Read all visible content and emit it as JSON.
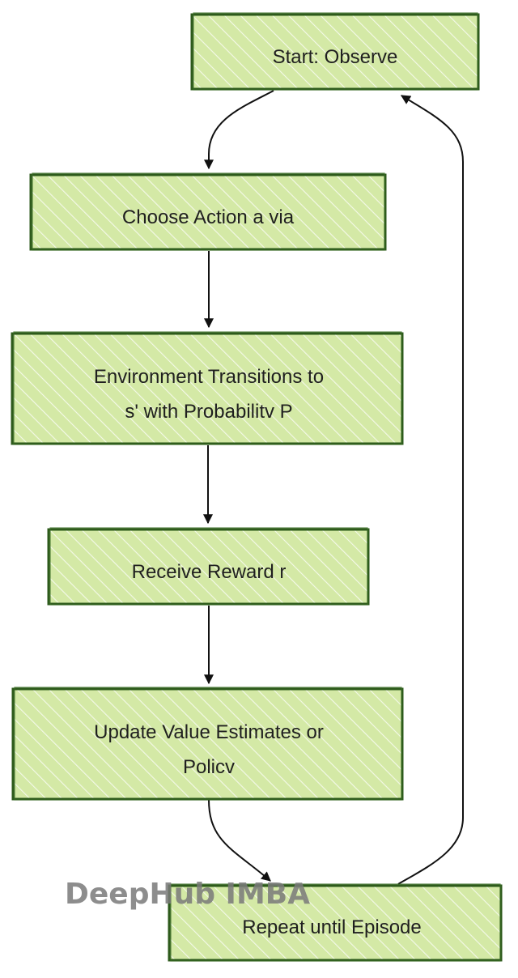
{
  "nodes": [
    {
      "id": "start",
      "lines": [
        "Start: Observe"
      ]
    },
    {
      "id": "choose",
      "lines": [
        "Choose Action a via"
      ]
    },
    {
      "id": "transition",
      "lines": [
        "Environment Transitions to",
        "s' with Probabilitv P"
      ]
    },
    {
      "id": "reward",
      "lines": [
        "Receive Reward r"
      ]
    },
    {
      "id": "update",
      "lines": [
        "Update Value Estimates or",
        "Policv"
      ]
    },
    {
      "id": "repeat",
      "lines": [
        "Repeat until Episode"
      ]
    }
  ],
  "edges": [
    {
      "from": "start",
      "to": "choose"
    },
    {
      "from": "choose",
      "to": "transition"
    },
    {
      "from": "transition",
      "to": "reward"
    },
    {
      "from": "reward",
      "to": "update"
    },
    {
      "from": "update",
      "to": "repeat"
    },
    {
      "from": "repeat",
      "to": "start"
    }
  ],
  "watermark": "DeepHub IMBA",
  "colors": {
    "node_fill": "#d4e9a6",
    "hatch": "#ffffff",
    "node_border": "#2d5a1b",
    "edge": "#111111",
    "text": "#1f1f1f",
    "watermark": "#7a7a7a"
  }
}
